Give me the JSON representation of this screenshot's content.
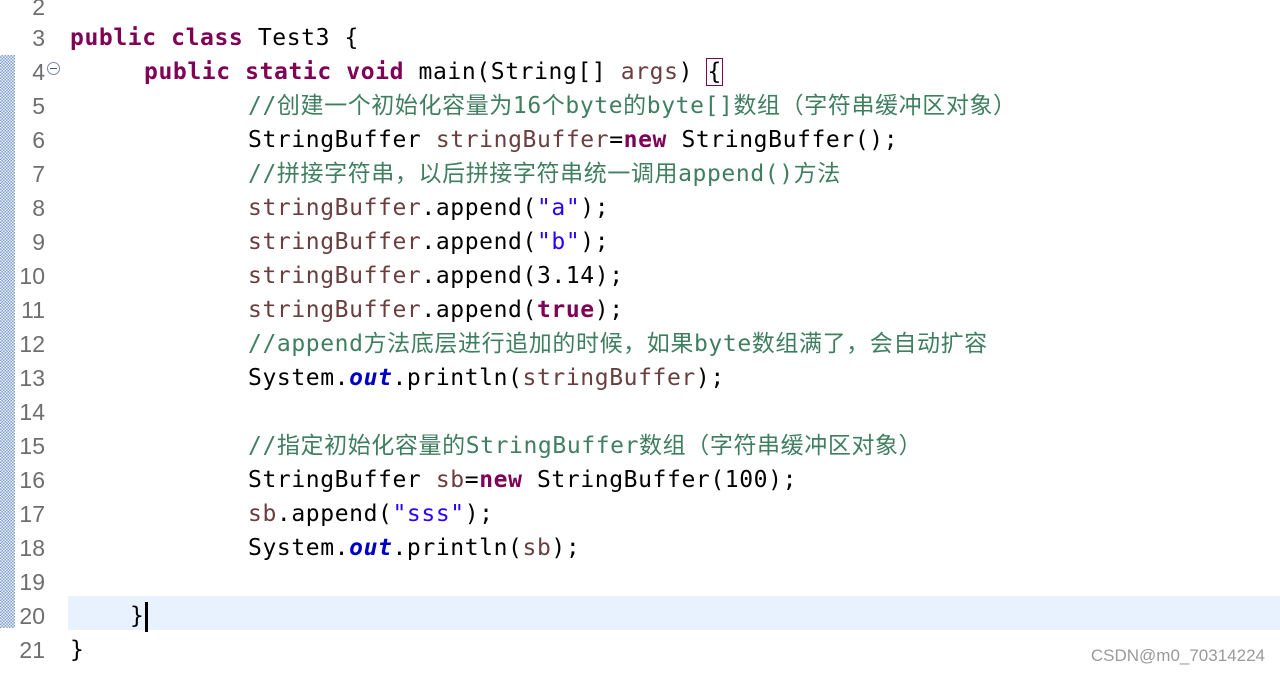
{
  "editor": {
    "lines": [
      {
        "num": "2",
        "t": []
      },
      {
        "num": "3",
        "t": [
          "public class",
          " Test3 {"
        ]
      },
      {
        "num": "4",
        "t": [
          "public static void",
          " main(String[] ",
          "args",
          ") ",
          "{"
        ]
      },
      {
        "num": "5",
        "t": [
          "//创建一个初始化容量为16个byte的byte[]数组（字符串缓冲区对象）"
        ]
      },
      {
        "num": "6",
        "t": [
          "StringBuffer ",
          "stringBuffer",
          "=",
          "new",
          " StringBuffer();"
        ]
      },
      {
        "num": "7",
        "t": [
          "//拼接字符串，以后拼接字符串统一调用append()方法"
        ]
      },
      {
        "num": "8",
        "t": [
          "stringBuffer",
          ".append(",
          "\"a\"",
          ");"
        ]
      },
      {
        "num": "9",
        "t": [
          "stringBuffer",
          ".append(",
          "\"b\"",
          ");"
        ]
      },
      {
        "num": "10",
        "t": [
          "stringBuffer",
          ".append(3.14);"
        ]
      },
      {
        "num": "11",
        "t": [
          "stringBuffer",
          ".append(",
          "true",
          ");"
        ]
      },
      {
        "num": "12",
        "t": [
          "//append方法底层进行追加的时候，如果byte数组满了，会自动扩容"
        ]
      },
      {
        "num": "13",
        "t": [
          "System.",
          "out",
          ".println(",
          "stringBuffer",
          ");"
        ]
      },
      {
        "num": "14",
        "t": []
      },
      {
        "num": "15",
        "t": [
          "//指定初始化容量的StringBuffer数组（字符串缓冲区对象）"
        ]
      },
      {
        "num": "16",
        "t": [
          "StringBuffer ",
          "sb",
          "=",
          "new",
          " StringBuffer(100);"
        ]
      },
      {
        "num": "17",
        "t": [
          "sb",
          ".append(",
          "\"sss\"",
          ");"
        ]
      },
      {
        "num": "18",
        "t": [
          "System.",
          "out",
          ".println(",
          "sb",
          ");"
        ]
      },
      {
        "num": "19",
        "t": []
      },
      {
        "num": "20",
        "t": [
          "}"
        ]
      },
      {
        "num": "21",
        "t": [
          "}"
        ]
      }
    ]
  },
  "watermark": "CSDN@m0_70314224",
  "colors": {
    "keyword": "#7f0055",
    "comment": "#3f7f5f",
    "local_variable": "#6a3e3e",
    "string": "#2a00ff",
    "static_field": "#0000c0",
    "current_line_highlight": "#e8f2fe"
  },
  "icons": [
    "fold-collapse-icon",
    "text-caret"
  ]
}
